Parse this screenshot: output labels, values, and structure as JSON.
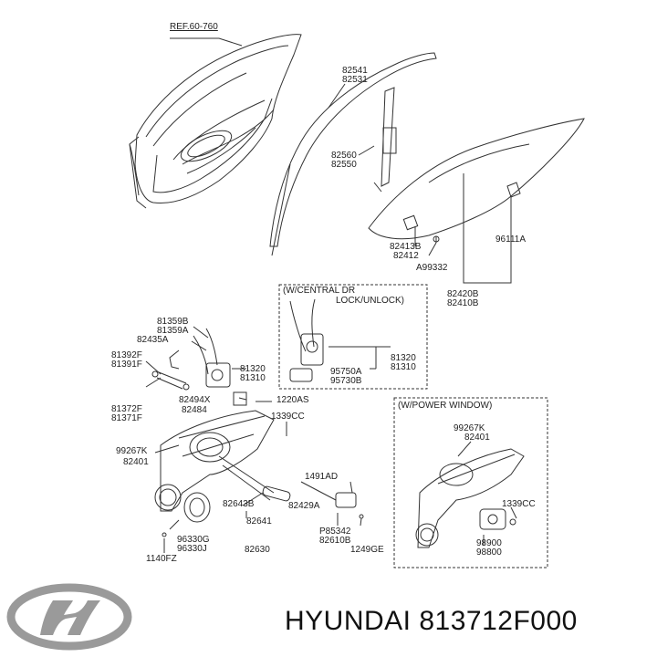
{
  "labels": {
    "ref_60_760": "REF.60-760",
    "p82541": "82541",
    "p82531": "82531",
    "p82560": "82560",
    "p82550": "82550",
    "p96111a": "96111A",
    "p82413b": "82413B",
    "p82412": "82412",
    "a99332": "A99332",
    "p82420b": "82420B",
    "p82410b": "82410B",
    "central_title_1": "(W/CENTRAL DR",
    "central_title_2": "LOCK/UNLOCK)",
    "c81320": "81320",
    "c81310": "81310",
    "c95750a": "95750A",
    "c95730b": "95730B",
    "p81359b": "81359B",
    "p81359a": "81359A",
    "p82435a": "82435A",
    "p81392f": "81392F",
    "p81391f": "81391F",
    "p81320": "81320",
    "p81310": "81310",
    "p82494x": "82494X",
    "p82484": "82484",
    "p1220as": "1220AS",
    "p81372f": "81372F",
    "p81371f": "81371F",
    "p1339cc": "1339CC",
    "p99267k": "99267K",
    "p82401": "82401",
    "p1491ad": "1491AD",
    "p82643b": "82643B",
    "p82641": "82641",
    "p82429a": "82429A",
    "p96330g": "96330G",
    "p96330j": "96330J",
    "p82630": "82630",
    "p85342": "P85342",
    "p82610b": "82610B",
    "p1249ge": "1249GE",
    "p1140fz": "1140FZ",
    "pw_title": "(W/POWER WINDOW)",
    "pw99267k": "99267K",
    "pw82401": "82401",
    "pw1339cc": "1339CC",
    "pw98900": "98900",
    "pw98800": "98800"
  },
  "footer": {
    "brand_text": "HYUNDAI 813712F000"
  },
  "logo": {
    "icon": "hyundai-logo-icon",
    "color": "#9a9a9a"
  }
}
